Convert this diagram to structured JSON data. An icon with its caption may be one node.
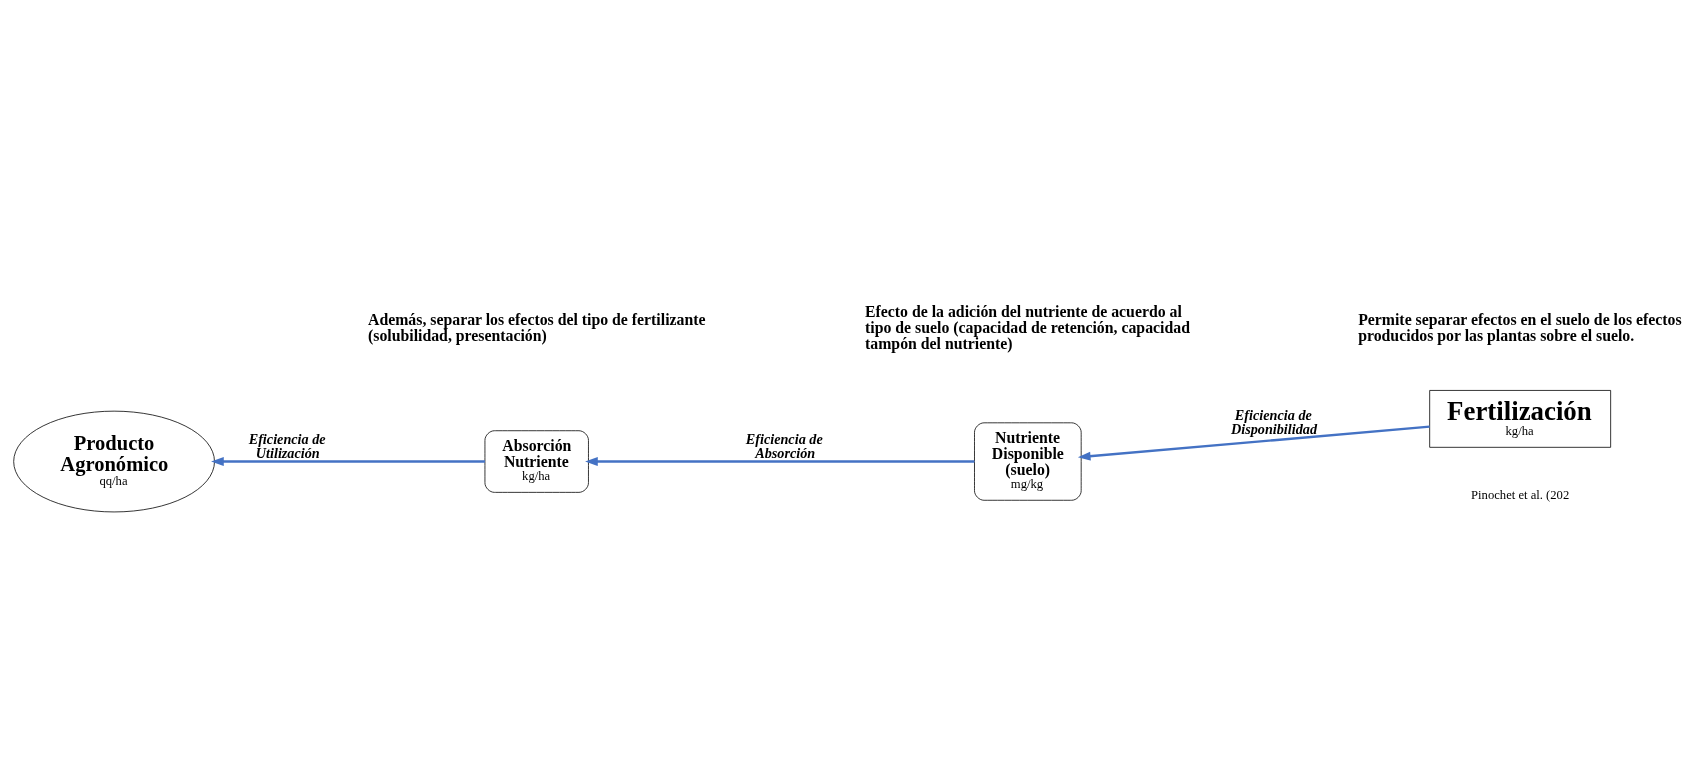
{
  "diagram": {
    "nodes": [
      {
        "text": [
          "Producto Agronómico",
          "qq/ha"
        ]
      },
      {
        "text": [
          "Absorción Nutriente",
          "kg/ha"
        ]
      },
      {
        "text": [
          "Nutriente Disponible (suelo)",
          "mg/kg"
        ]
      },
      {
        "text": [
          "Fertilización",
          "kg/ha"
        ]
      }
    ],
    "edges": [
      {
        "from": 3,
        "to": 2,
        "arrow": "to",
        "label": "Eficiencia de Disponibilidad"
      },
      {
        "from": 2,
        "to": 1,
        "arrow": "to",
        "label": "Eficiencia de Absorción"
      },
      {
        "from": 1,
        "to": 0,
        "arrow": "to",
        "label": "Eficiencia de Utilización"
      }
    ],
    "labels": [
      "Pinochet et al. (202",
      "Permite separar efectos en el suelo de los efectos producidos por las plantas sobre el suelo.",
      "Efecto de la adición del nutriente de acuerdo al tipo de suelo (capacidad de retención, capacidad tampón del nutriente)",
      "Además, separar los efectos del tipo de fertilizante (solubilidad, presentación)"
    ]
  }
}
